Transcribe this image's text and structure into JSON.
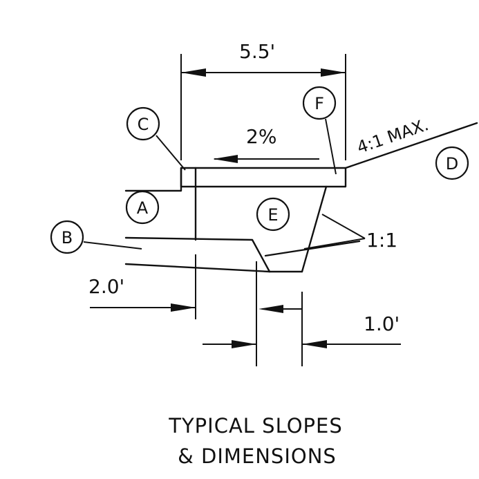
{
  "diagram": {
    "title_line1": "TYPICAL SLOPES",
    "title_line2": "& DIMENSIONS",
    "dimensions": {
      "top_width": "5.5'",
      "cross_slope": "2%",
      "side_slope": "4:1 MAX.",
      "fill_slope": "1:1",
      "left_offset": "2.0'",
      "right_offset": "1.0'"
    },
    "callouts": {
      "a": "A",
      "b": "B",
      "c": "C",
      "d": "D",
      "e": "E",
      "f": "F"
    },
    "colors": {
      "ink": "#111111",
      "paper": "#ffffff"
    }
  }
}
